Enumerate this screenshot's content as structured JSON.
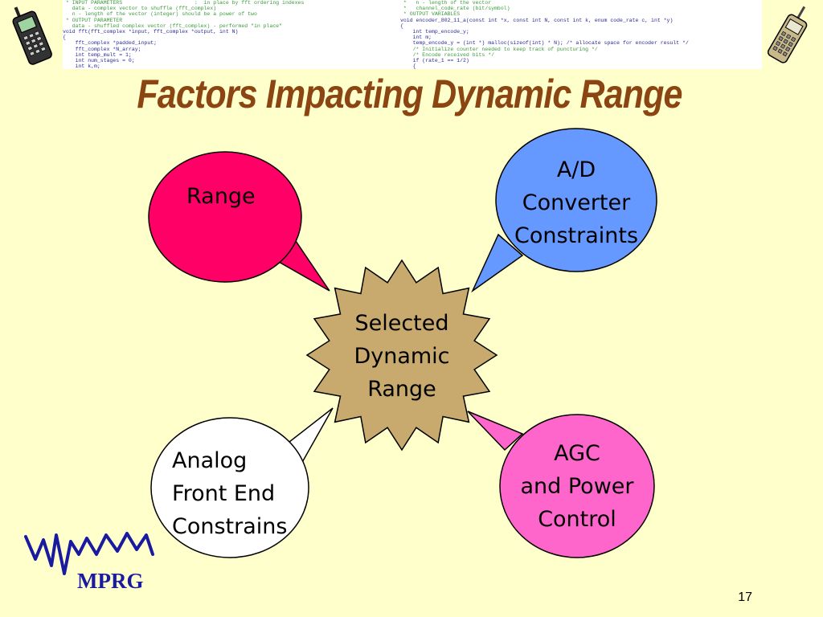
{
  "slide": {
    "title": "Factors Impacting Dynamic Range",
    "page_number": "17",
    "logo_text": "MPRG"
  },
  "diagram": {
    "center": {
      "label_lines": [
        "Selected",
        "Dynamic",
        "Range"
      ],
      "color": "#C8AA6E"
    },
    "bubbles": [
      {
        "id": "range",
        "label_lines": [
          "Range"
        ],
        "color": "#FF0066"
      },
      {
        "id": "ad-converter",
        "label_lines": [
          "A/D",
          "Converter",
          "Constraints"
        ],
        "color": "#6699FF"
      },
      {
        "id": "analog-front-end",
        "label_lines": [
          "Analog",
          "Front End",
          "Constrains"
        ],
        "color": "#FFFFFF"
      },
      {
        "id": "agc-power",
        "label_lines": [
          "AGC",
          "and Power",
          "Control"
        ],
        "color": "#FF66CC"
      }
    ]
  },
  "colors": {
    "background": "#FFFFCC",
    "title": "#8B4513",
    "logo": "#1A1AA0"
  },
  "icons": [
    "cell-phone-icon-left",
    "cell-phone-icon-right",
    "mprg-waveform-logo"
  ]
}
